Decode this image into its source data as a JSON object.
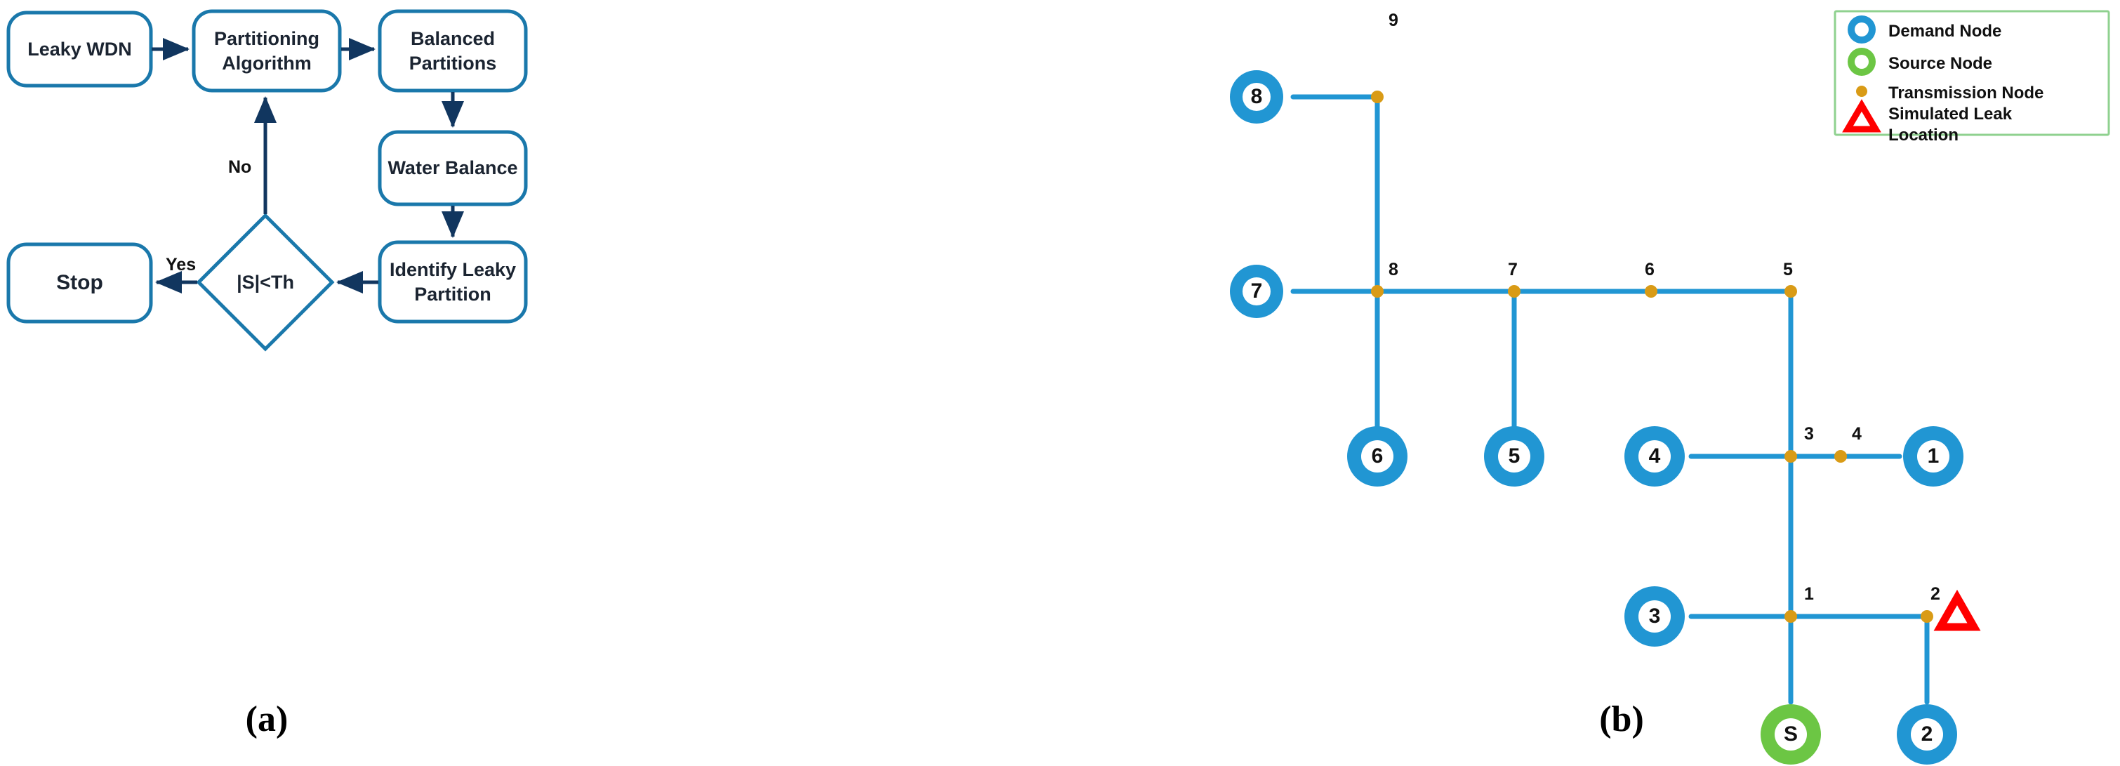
{
  "figure": {
    "panels": [
      {
        "id": "a",
        "caption": "(a)",
        "kind": "flowchart"
      },
      {
        "id": "b",
        "caption": "(b)",
        "kind": "network-diagram"
      }
    ]
  },
  "colors": {
    "box_border": "#1a78ab",
    "arrow": "#11365f",
    "text": "#1b2431",
    "demand_node": "#2196d3",
    "source_node": "#6cc644",
    "transmission_node": "#d99b16",
    "leak_marker": "#ff0000",
    "legend_border": "#8fd18f",
    "pipe": "#2196d3"
  },
  "flowchart": {
    "nodes": [
      {
        "id": "leaky-wdn",
        "label": "Leaky WDN",
        "shape": "rounded-rect"
      },
      {
        "id": "partitioning",
        "label": "Partitioning\nAlgorithm",
        "shape": "rounded-rect"
      },
      {
        "id": "balanced",
        "label": "Balanced\nPartitions",
        "shape": "rounded-rect"
      },
      {
        "id": "water-balance",
        "label": "Water Balance",
        "shape": "rounded-rect"
      },
      {
        "id": "identify-leaky",
        "label": "Identify Leaky\nPartition",
        "shape": "rounded-rect"
      },
      {
        "id": "decision",
        "label": "|S|<Th",
        "shape": "diamond"
      },
      {
        "id": "stop",
        "label": "Stop",
        "shape": "rounded-rect"
      }
    ],
    "edge_labels": {
      "no": "No",
      "yes": "Yes"
    }
  },
  "network": {
    "demand_nodes": [
      {
        "id": "n8",
        "label": "8"
      },
      {
        "id": "n7",
        "label": "7"
      },
      {
        "id": "n6",
        "label": "6"
      },
      {
        "id": "n5",
        "label": "5"
      },
      {
        "id": "n4",
        "label": "4"
      },
      {
        "id": "n1",
        "label": "1"
      },
      {
        "id": "n3",
        "label": "3"
      },
      {
        "id": "n2",
        "label": "2"
      }
    ],
    "source_nodes": [
      {
        "id": "nS",
        "label": "S"
      }
    ],
    "transmission_nodes": [
      {
        "id": "t9",
        "label": "9"
      },
      {
        "id": "t8",
        "label": "8"
      },
      {
        "id": "t7",
        "label": "7"
      },
      {
        "id": "t6",
        "label": "6"
      },
      {
        "id": "t5",
        "label": "5"
      },
      {
        "id": "t3",
        "label": "3"
      },
      {
        "id": "t4",
        "label": "4"
      },
      {
        "id": "t1",
        "label": "1"
      },
      {
        "id": "t2",
        "label": "2"
      }
    ],
    "leak_marker": {
      "id": "leak",
      "label": ""
    }
  },
  "legend": {
    "items": [
      {
        "icon": "demand-node-icon",
        "label": "Demand Node"
      },
      {
        "icon": "source-node-icon",
        "label": "Source Node"
      },
      {
        "icon": "transmission-node-icon",
        "label": "Transmission Node"
      },
      {
        "icon": "simulated-leak-icon",
        "label": "Simulated Leak\nLocation"
      }
    ]
  },
  "captions": {
    "a": "(a)",
    "b": "(b)"
  }
}
